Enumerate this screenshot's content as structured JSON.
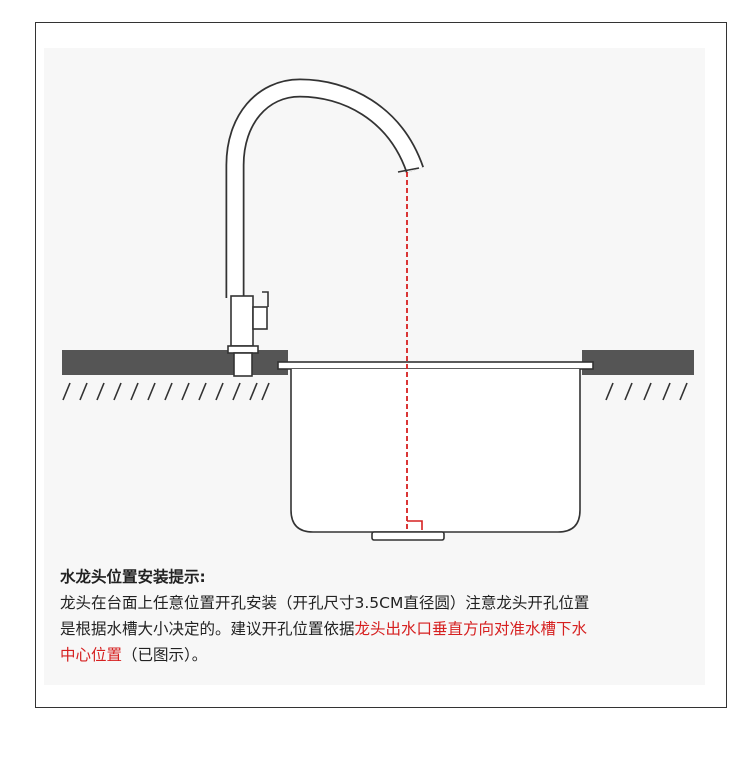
{
  "caption": {
    "title": "水龙头位置安装提示:",
    "line1": "龙头在台面上任意位置开孔安装（开孔尺寸3.5CM直径圆）注意龙头开孔位置",
    "line2_pre": "是根据水槽大小决定的。建议开孔位置依据",
    "line2_red": "龙头出水口垂直方向对准水槽下水",
    "line3_red": "中心位置",
    "line3_post": "（已图示）。"
  },
  "colors": {
    "countertop": "#555555",
    "outline": "#333333",
    "guide": "#d62020",
    "panel": "#f7f7f7"
  },
  "icons": {
    "faucet": "faucet-icon",
    "sink": "sink-basin-icon"
  }
}
